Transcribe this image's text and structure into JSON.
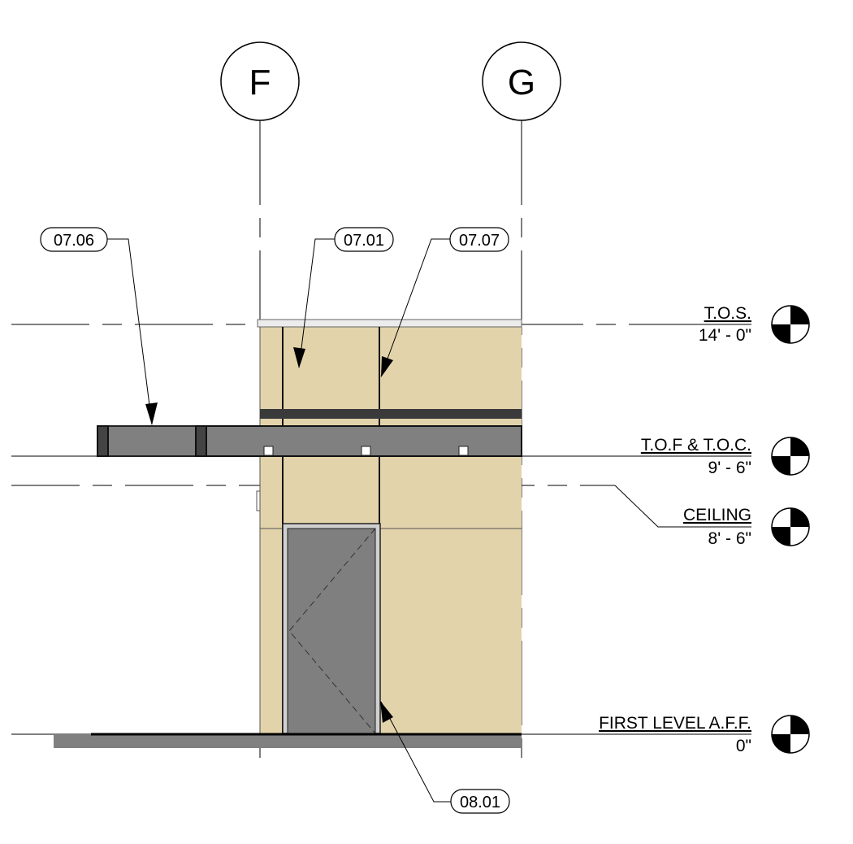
{
  "gridlines": [
    {
      "id": "F",
      "label": "F"
    },
    {
      "id": "G",
      "label": "G"
    }
  ],
  "keynotes": [
    {
      "id": "07.06",
      "label": "07.06"
    },
    {
      "id": "07.01",
      "label": "07.01"
    },
    {
      "id": "07.07",
      "label": "07.07"
    },
    {
      "id": "08.01",
      "label": "08.01"
    }
  ],
  "levels": [
    {
      "id": "tos",
      "name": "T.O.S.",
      "elevation": "14' - 0\""
    },
    {
      "id": "tof",
      "name": "T.O.F & T.O.C.",
      "elevation": "9' - 6\""
    },
    {
      "id": "ceiling",
      "name": "CEILING",
      "elevation": "8' - 6\""
    },
    {
      "id": "first",
      "name": "FIRST LEVEL A.F.F.",
      "elevation": "0\""
    }
  ],
  "colors": {
    "wall_panel": "#e2d3ab",
    "canopy": "#808080",
    "door": "#7f7f7f",
    "slab": "#808080",
    "reveal": "#3a3a3a"
  }
}
